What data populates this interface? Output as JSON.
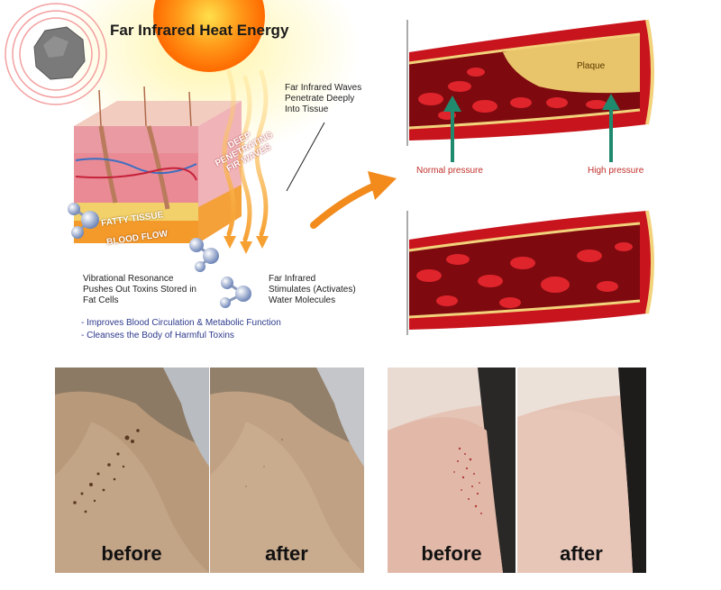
{
  "diagram": {
    "title": "Far Infrared Heat Energy",
    "labels": {
      "waves_note": [
        "Far Infrared Waves",
        "Penetrate Deeply",
        "Into Tissue"
      ],
      "deep_waves": [
        "DEEP",
        "PENETRATING",
        "FIR WAVES"
      ],
      "fatty_tissue": "FATTY TISSUE",
      "blood_flow": "BLOOD FLOW",
      "vibrational_note": [
        "Vibrational Resonance",
        "Pushes Out Toxins Stored in",
        "Fat Cells"
      ],
      "water_note": [
        "Far Infrared",
        "Stimulates (Activates)",
        "Water Molecules"
      ]
    },
    "bullets": [
      "- Improves Blood Circulation & Metabolic Function",
      "- Cleanses the Body of Harmful Toxins"
    ]
  },
  "artery": {
    "plaque_label": "Plaque",
    "normal_pressure": "Normal pressure",
    "high_pressure": "High pressure"
  },
  "photos": [
    {
      "label": "before"
    },
    {
      "label": "after"
    },
    {
      "label": "before"
    },
    {
      "label": "after"
    }
  ],
  "colors": {
    "accent_orange": "#f28a1c",
    "artery_red": "#c8141c",
    "plaque_yellow": "#e8c46a",
    "arrow_teal": "#1f8a6e",
    "pressure_text": "#c0302a",
    "bullet_text": "#2d3a8c"
  }
}
